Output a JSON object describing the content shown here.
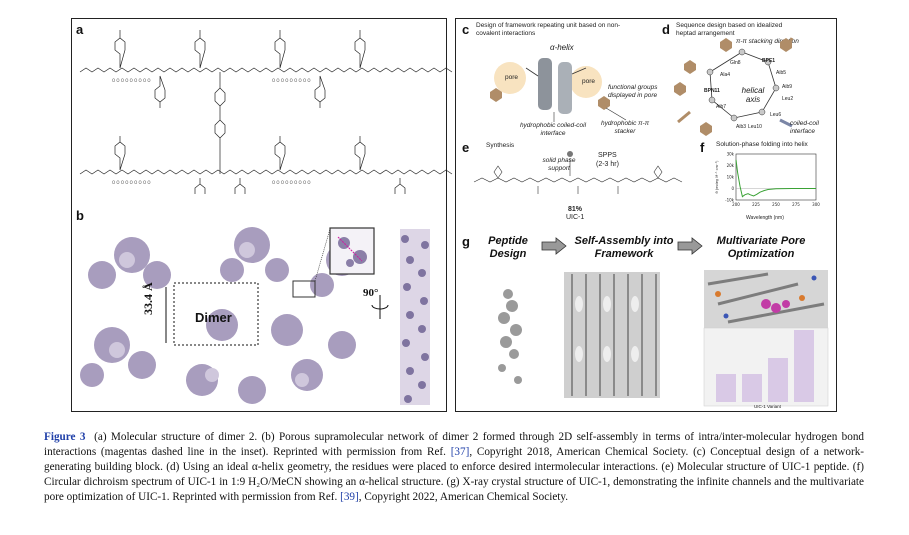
{
  "panel_labels": {
    "a": "a",
    "b": "b",
    "c": "c",
    "d": "d",
    "e": "e",
    "f": "f",
    "g": "g"
  },
  "panel_b": {
    "dimension": "33.4 Å",
    "box_label": "Dimer",
    "rotation": "90°"
  },
  "panel_c": {
    "title": "Design of framework repeating unit based on non-covalent interactions",
    "helix_label": "α-helix",
    "pore_left": "pore",
    "pore_right": "pore",
    "functional_groups": "functional groups displayed in pore",
    "coiled_coil": "hydrophobic coiled-coil interface",
    "pi_stacker": "hydrophobic π-π stacker"
  },
  "panel_d": {
    "title": "Sequence design based on idealized heptad arrangement",
    "pi_direction": "π-π stacking direction",
    "helical_axis": "helical axis",
    "coiled_coil": "coiled-coil interface",
    "residues": [
      "BPE1",
      "Aib5",
      "Aib9",
      "Leu2",
      "Leu6",
      "Leu10",
      "Aib3",
      "Aib7",
      "BPN11",
      "Ala4",
      "Gln8"
    ]
  },
  "panel_e": {
    "title": "Synthesis",
    "solid_phase": "solid phase support",
    "spps": "SPPS",
    "spps_time": "(2-3 hr)",
    "yield": "81%",
    "product": "UIC-1"
  },
  "panel_f": {
    "title": "Solution-phase folding into helix",
    "xlabel": "Wavelength (nm)",
    "ylabel": "θ (mdeg M⁻¹ cm⁻¹)"
  },
  "chart_data": {
    "type": "line",
    "title": "Solution-phase folding into helix",
    "xlabel": "Wavelength (nm)",
    "ylabel": "θ (mdeg M⁻¹ cm⁻¹)",
    "xlim": [
      200,
      300
    ],
    "ylim": [
      -10000,
      30000
    ],
    "x_ticks": [
      "200",
      "225",
      "250",
      "275",
      "300"
    ],
    "y_ticks": [
      "30k",
      "20k",
      "10k",
      "0",
      "-10k"
    ],
    "series": [
      {
        "color": "#3aa235",
        "x": [
          200,
          202,
          205,
          208,
          211,
          215,
          218,
          222,
          226,
          230,
          235,
          240,
          250,
          260,
          270,
          280,
          290,
          300
        ],
        "y": [
          25000,
          14000,
          2000,
          -7000,
          -5500,
          -4500,
          -5500,
          -6500,
          -5000,
          -3200,
          -1800,
          -900,
          -300,
          -100,
          0,
          0,
          0,
          0
        ]
      }
    ]
  },
  "panel_g": {
    "step1": "Peptide Design",
    "step2": "Self-Assembly into Framework",
    "step3": "Multivariate Pore Optimization",
    "inset_xlabel": "UIC-1 Variant"
  },
  "caption": {
    "fig_label": "Figure 3",
    "part1": "(a) Molecular structure of dimer 2. (b) Porous supramolecular network of dimer 2 formed through 2D self-assembly in terms of intra/inter-molecular hydrogen bond interactions (magentas dashed line in the inset). Reprinted with permission from Ref. ",
    "ref1": "[37]",
    "part2": ", Copyright 2018, American Chemical Society. (c) Conceptual design of a network-generating building block. (d) Using an ideal α-helix geometry, the residues were placed to enforce desired intermolecular interactions. (e) Molecular structure of UIC-1 peptide. (f) Circular dichroism spectrum of UIC-1 in 1:9 H₂O/MeCN showing an α-helical structure. (g) X-ray crystal structure of UIC-1, demonstrating the infinite channels and the multivariate pore optimization of UIC-1. Reprinted with permission from Ref. ",
    "ref2": "[39]",
    "part3": ", Copyright 2022, American Chemical Society."
  }
}
